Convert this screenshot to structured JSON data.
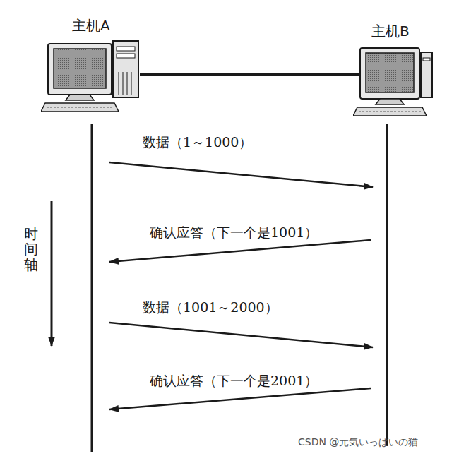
{
  "diagram": {
    "nodes": [
      {
        "text": [
          "主机A"
        ]
      },
      {
        "text": [
          "主机B"
        ]
      }
    ],
    "edges": [
      {
        "from": 0,
        "to": 1,
        "arrow": "none"
      }
    ],
    "labels": [
      "数据（1～1000）",
      "确认应答（下一个是1001）",
      "数据（1001～2000）",
      "确认应答（下一个是2001）",
      "时间轴",
      "CSDN @元気いっぱいの猫"
    ]
  }
}
